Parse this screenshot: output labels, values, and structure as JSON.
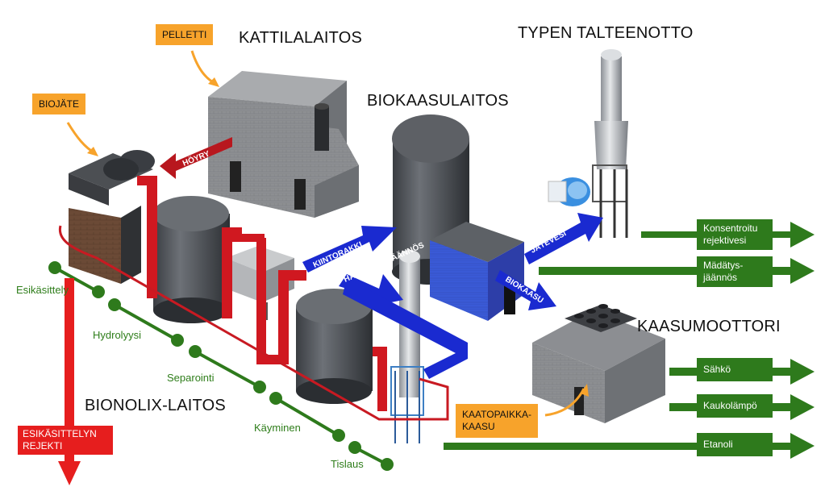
{
  "titles": {
    "kattilalaitos": "KATTILALAITOS",
    "typen": "TYPEN TALTEENOTTO",
    "biokaasulaitos": "BIOKAASULAITOS",
    "kaasumoottori": "KAASUMOOTTORI",
    "bionolix": "BIONOLIX-LAITOS"
  },
  "inputs": {
    "pelletti": "PELLETTI",
    "biojate": "BIOJÄTE",
    "kaatopaikka_line1": "KAATOPAIKKA-",
    "kaatopaikka_line2": "KAASU"
  },
  "flows": {
    "hoyry": "HÖYRY",
    "kiintoraikki": "KIINTORAKKI",
    "haihdutus": "HAIHDUTUSJÄÄNNÖS",
    "jatevesi": "JÄTEVESI",
    "biokaasu": "BIOKAASU"
  },
  "process_steps": [
    "Esikäsittely",
    "Hydrolyysi",
    "Separointi",
    "Käyminen",
    "Tislaus"
  ],
  "outputs": {
    "konsentroitu_line1": "Konsentroitu",
    "konsentroitu_line2": "rejektivesi",
    "madatys_line1": "Mädätys-",
    "madatys_line2": "jäännös",
    "sahko": "Sähkö",
    "kaukolampo": "Kaukolämpö",
    "etanoli": "Etanoli"
  },
  "reject": {
    "line1": "ESIKÄSITTELYN",
    "line2": "REJEKTI"
  },
  "colors": {
    "orange": "#f7a32b",
    "green": "#2e7a1c",
    "red": "#e61e1e",
    "blue": "#1f2fd6",
    "steel": "#555a60"
  }
}
